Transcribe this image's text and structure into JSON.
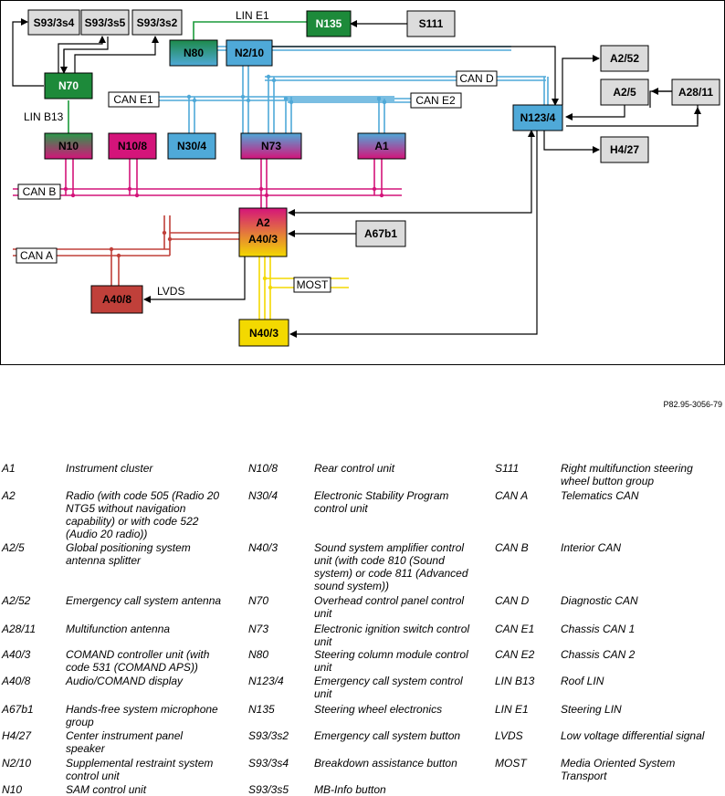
{
  "reference": "P82.95-3056-79",
  "colors": {
    "can_b": "#d4147a",
    "can_a": "#c0403a",
    "can_d": "#4fa9d8",
    "most": "#f3d900",
    "lin": "#1a9a3a",
    "grey_box": "#dcdcdc",
    "green_box": "#1d8a3a"
  },
  "nodes": [
    {
      "id": "S93/3s4"
    },
    {
      "id": "S93/3s5"
    },
    {
      "id": "S93/3s2"
    },
    {
      "id": "N70"
    },
    {
      "id": "N80"
    },
    {
      "id": "N2/10"
    },
    {
      "id": "N135"
    },
    {
      "id": "S111"
    },
    {
      "id": "N10"
    },
    {
      "id": "N10/8"
    },
    {
      "id": "N30/4"
    },
    {
      "id": "N73"
    },
    {
      "id": "A1"
    },
    {
      "id": "N123/4"
    },
    {
      "id": "A2/52"
    },
    {
      "id": "A2/5"
    },
    {
      "id": "A28/11"
    },
    {
      "id": "H4/27"
    },
    {
      "id": "A2",
      "id2": "A40/3"
    },
    {
      "id": "A67b1"
    },
    {
      "id": "A40/8"
    },
    {
      "id": "N40/3"
    }
  ],
  "bus_labels": {
    "lin_e1": "LIN E1",
    "lin_b13": "LIN B13",
    "can_e1": "CAN E1",
    "can_e2": "CAN E2",
    "can_d": "CAN D",
    "can_b": "CAN B",
    "can_a": "CAN A",
    "most": "MOST",
    "lvds": "LVDS"
  },
  "legend": [
    [
      {
        "code": "A1",
        "desc": "Instrument cluster"
      },
      {
        "code": "A2",
        "desc": "Radio (with code 505 (Radio 20 NTG5 without navigation capability) or with code 522 (Audio 20 radio))"
      },
      {
        "code": "A2/5",
        "desc": "Global positioning system antenna splitter"
      },
      {
        "code": "A2/52",
        "desc": "Emergency call system antenna"
      },
      {
        "code": "A28/11",
        "desc": "Multifunction antenna"
      },
      {
        "code": "A40/3",
        "desc": "COMAND controller unit (with code 531 (COMAND APS))"
      },
      {
        "code": "A40/8",
        "desc": "Audio/COMAND display"
      },
      {
        "code": "A67b1",
        "desc": "Hands-free system microphone group"
      },
      {
        "code": "H4/27",
        "desc": "Center instrument panel speaker"
      },
      {
        "code": "N2/10",
        "desc": "Supplemental restraint system control unit"
      },
      {
        "code": "N10",
        "desc": "SAM control unit"
      }
    ],
    [
      {
        "code": "N10/8",
        "desc": "Rear control unit"
      },
      {
        "code": "N30/4",
        "desc": "Electronic Stability Program control unit"
      },
      {
        "code": "N40/3",
        "desc": "Sound system amplifier control unit (with code 810 (Sound system) or code 811 (Advanced sound system))"
      },
      {
        "code": "N70",
        "desc": "Overhead control panel control unit"
      },
      {
        "code": "N73",
        "desc": "Electronic ignition switch control unit"
      },
      {
        "code": "N80",
        "desc": "Steering column module control unit"
      },
      {
        "code": "N123/4",
        "desc": "Emergency call system control unit"
      },
      {
        "code": "N135",
        "desc": "Steering wheel electronics"
      },
      {
        "code": "S93/3s2",
        "desc": "Emergency call system button"
      },
      {
        "code": "S93/3s4",
        "desc": "Breakdown assistance button"
      },
      {
        "code": "S93/3s5",
        "desc": "MB-Info button"
      }
    ],
    [
      {
        "code": "S111",
        "desc": "Right multifunction steering wheel button group"
      },
      {
        "code": "CAN A",
        "desc": "Telematics CAN"
      },
      {
        "code": "CAN B",
        "desc": "Interior CAN"
      },
      {
        "code": "CAN D",
        "desc": "Diagnostic CAN"
      },
      {
        "code": "CAN E1",
        "desc": "Chassis CAN 1"
      },
      {
        "code": "CAN E2",
        "desc": "Chassis CAN 2"
      },
      {
        "code": "LIN B13",
        "desc": "Roof LIN"
      },
      {
        "code": "LIN E1",
        "desc": "Steering LIN"
      },
      {
        "code": "LVDS",
        "desc": "Low voltage differential signal"
      },
      {
        "code": "MOST",
        "desc": "Media Oriented System Transport"
      }
    ]
  ]
}
